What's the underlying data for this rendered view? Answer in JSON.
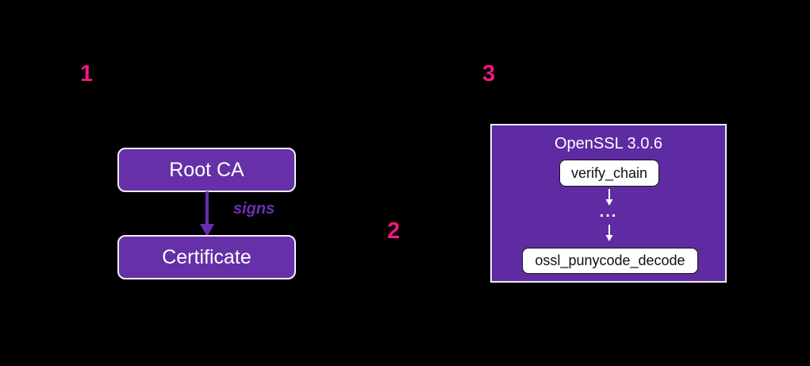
{
  "colors": {
    "background": "#000000",
    "box_purple": "#6630A8",
    "panel_purple": "#5E2BA2",
    "step_pink": "#F0187F",
    "arrow_purple": "#6B2BAE",
    "box_border_white": "#F2EEF8",
    "fn_box_white": "#FFFFFF",
    "fn_text_black": "#111111"
  },
  "steps": [
    {
      "label": "1"
    },
    {
      "label": "2"
    },
    {
      "label": "3"
    }
  ],
  "ca_diagram": {
    "root_box": "Root CA",
    "arrow_label": "signs",
    "child_box": "Certificate"
  },
  "openssl_diagram": {
    "title": "OpenSSL 3.0.6",
    "call_top": "verify_chain",
    "ellipsis": "...",
    "call_bottom": "ossl_punycode_decode"
  }
}
